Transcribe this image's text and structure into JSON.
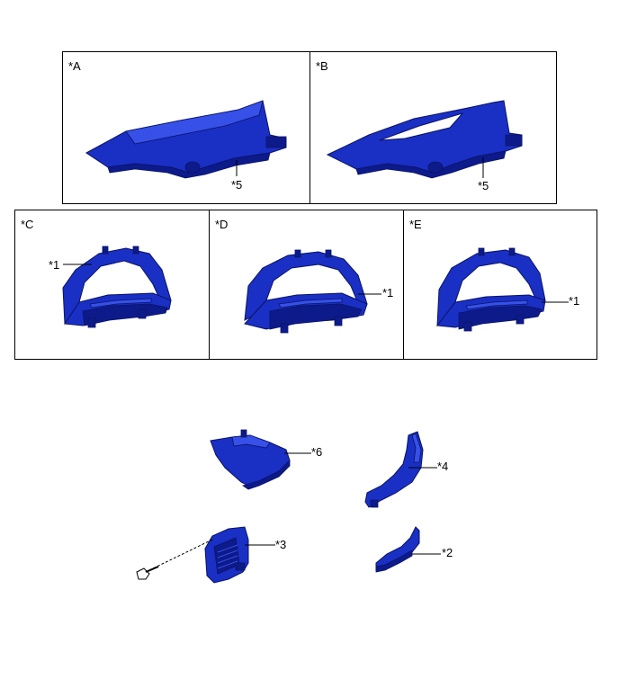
{
  "panels": {
    "a": {
      "title": "*A",
      "callout": "*5"
    },
    "b": {
      "title": "*B",
      "callout": "*5"
    },
    "c": {
      "title": "*C",
      "callout": "*1"
    },
    "d": {
      "title": "*D",
      "callout": "*1"
    },
    "e": {
      "title": "*E",
      "callout": "*1"
    }
  },
  "parts": {
    "p6": "*6",
    "p4": "*4",
    "p3": "*3",
    "p2": "*2"
  },
  "colors": {
    "part_fill": "#1a2fc4",
    "part_outline": "#0a1466",
    "frame": "#000000",
    "background": "#ffffff"
  }
}
